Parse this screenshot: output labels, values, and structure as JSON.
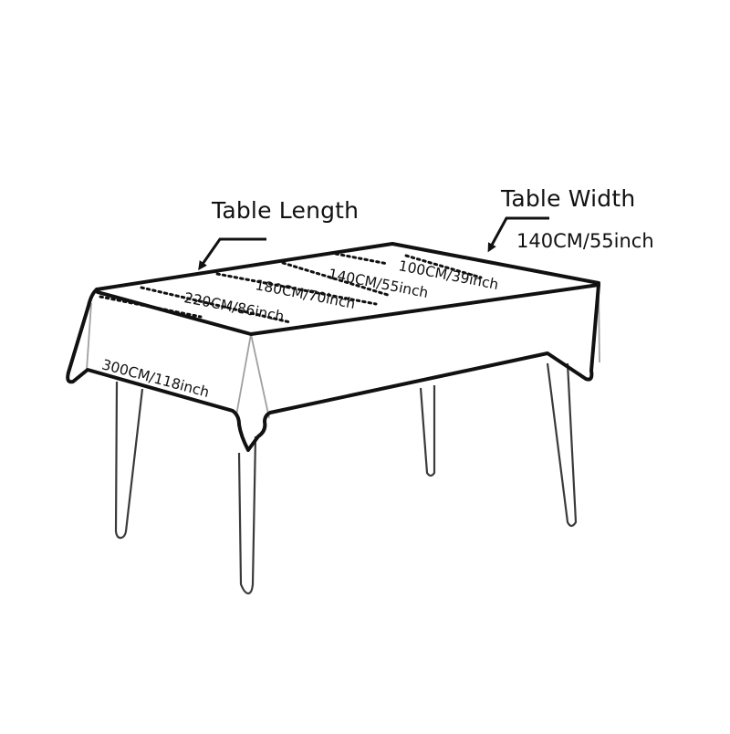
{
  "diagram": {
    "title_length": "Table Length",
    "title_width": "Table Width",
    "width_value": "140CM/55inch",
    "length_options": [
      "100CM/39inch",
      "140CM/55inch",
      "180CM/70inch",
      "220CM/86inch",
      "300CM/118inch"
    ],
    "colors": {
      "outline": "#111111",
      "fold_lines": "#9a9a9a",
      "legs": "#3a3a3a",
      "background": "#ffffff"
    }
  }
}
